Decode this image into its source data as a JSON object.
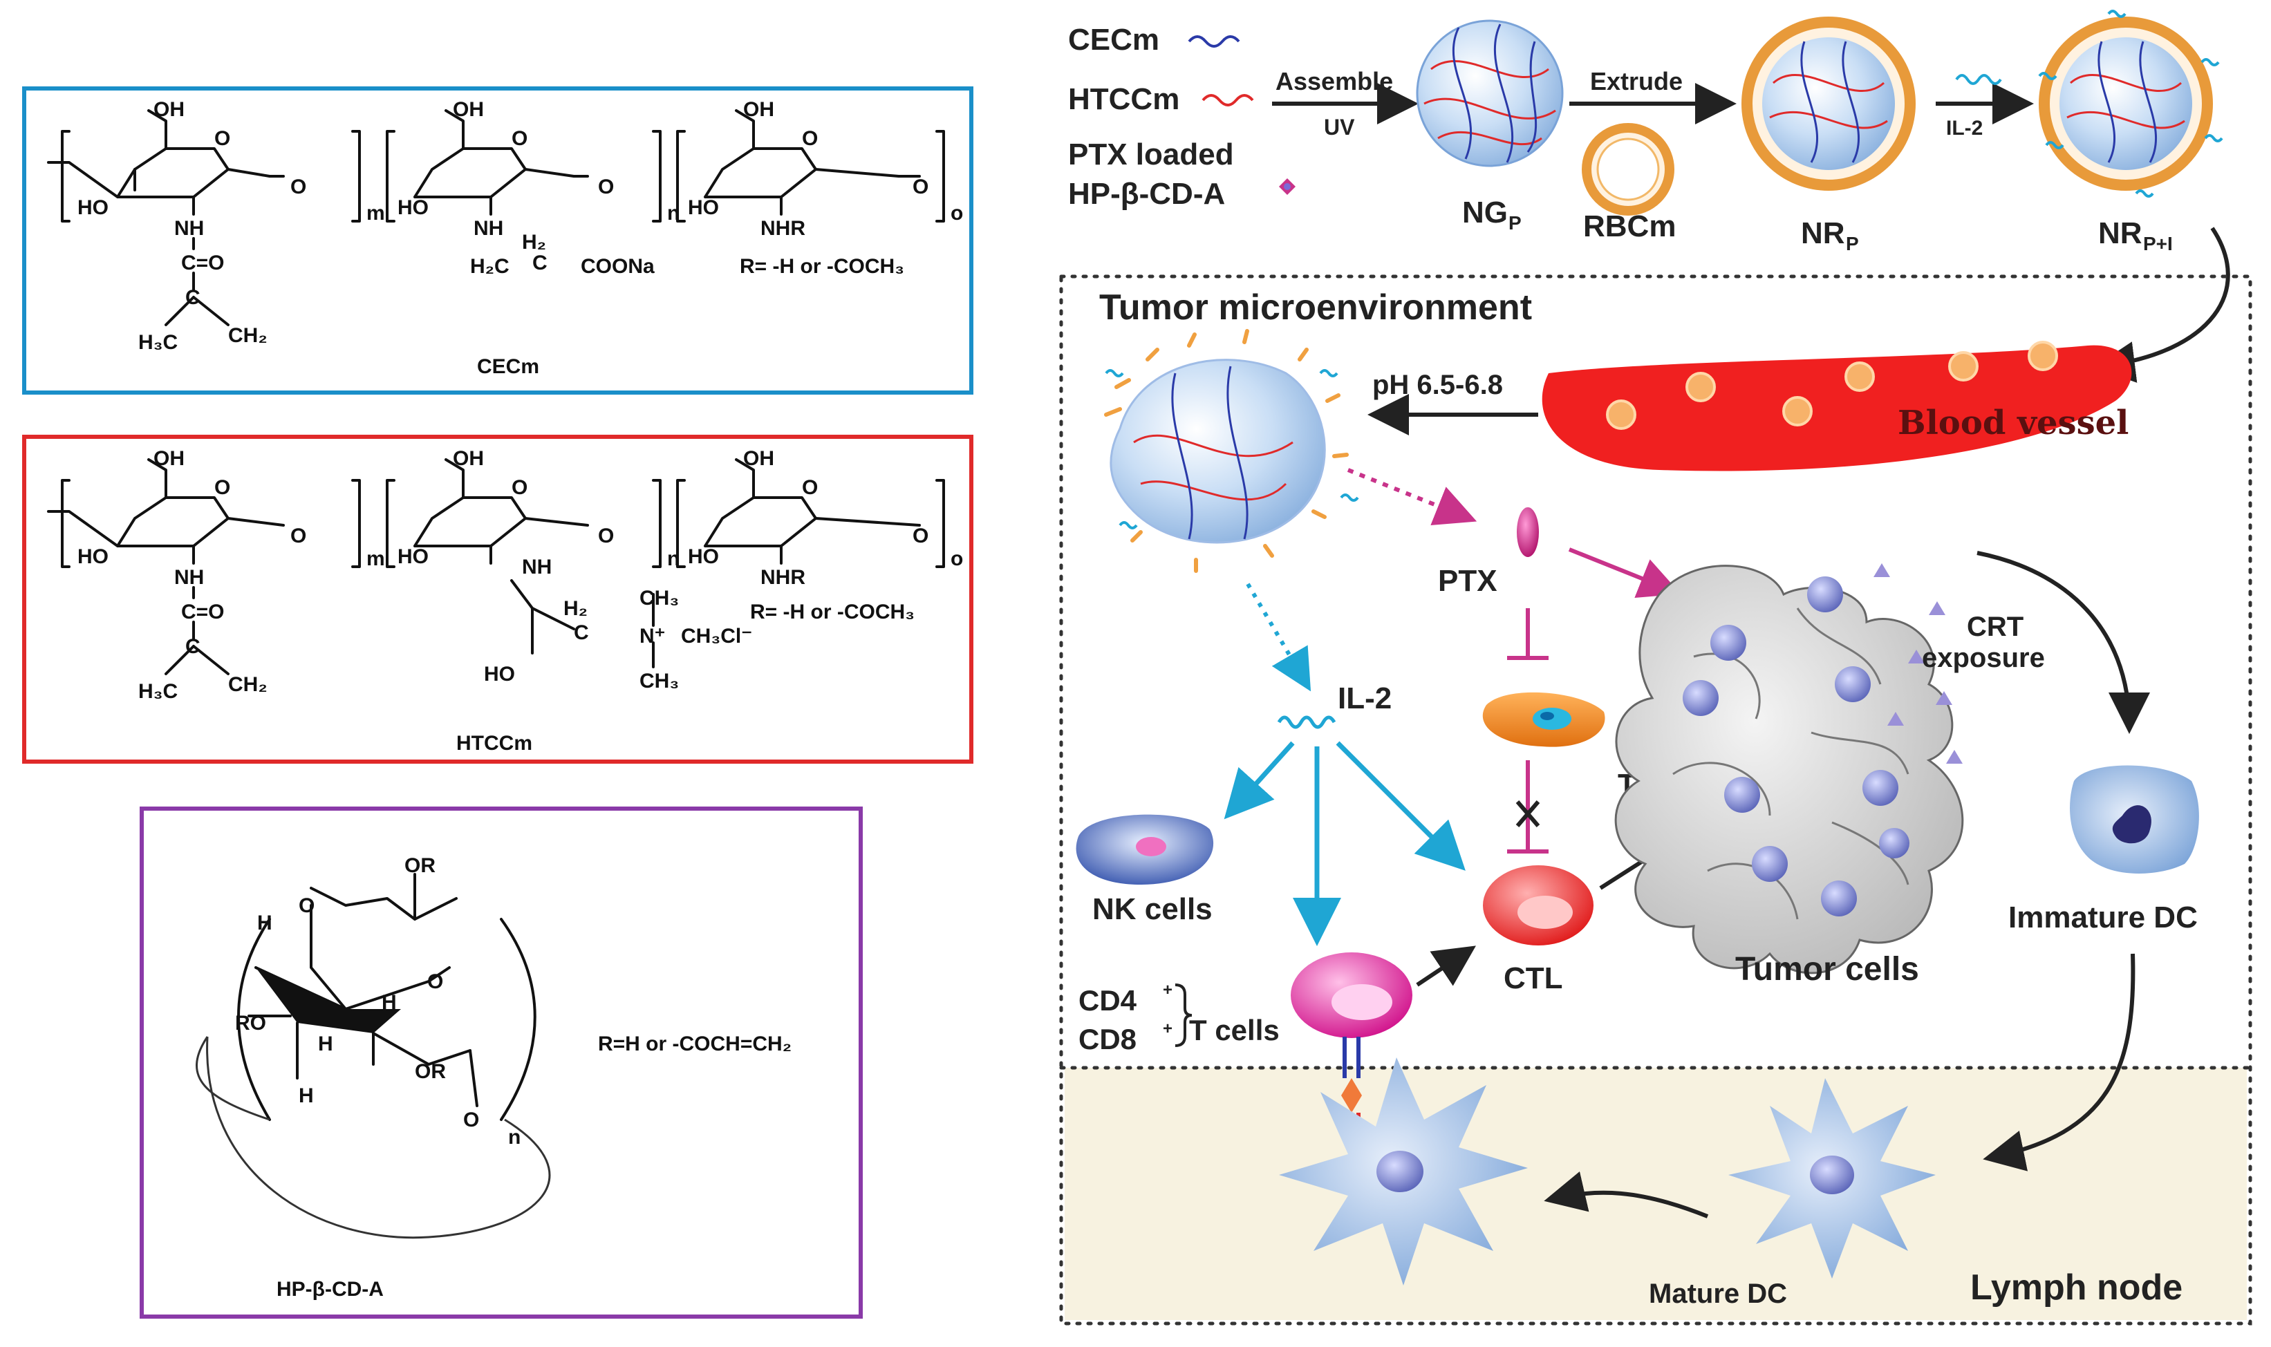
{
  "panels": {
    "cecm": {
      "oh": [
        "OH",
        "OH",
        "OH"
      ],
      "ho": [
        "HO",
        "HO",
        "HO"
      ],
      "ring_o": [
        "O",
        "O",
        "O"
      ],
      "link_o": [
        "O",
        "O",
        "O"
      ],
      "sub": [
        "m",
        "n",
        "o"
      ],
      "nh": [
        "NH",
        "NH",
        "NHR"
      ],
      "co": "C=O",
      "c": "C",
      "h3c": "H₃C",
      "ch2": "CH₂",
      "h2": "H₂",
      "c2": "C",
      "h2c": "H₂C",
      "coona": "COONa",
      "r_def": "R= -H or -COCH₃",
      "name": "CECm"
    },
    "htccm": {
      "oh": [
        "OH",
        "OH",
        "OH"
      ],
      "ho": [
        "HO",
        "HO",
        "HO"
      ],
      "ring_o": [
        "O",
        "O",
        "O"
      ],
      "link_o": [
        "O",
        "O",
        "O"
      ],
      "sub": [
        "m",
        "n",
        "o"
      ],
      "nh": [
        "NH",
        "NH",
        "NHR"
      ],
      "co": "C=O",
      "c": "C",
      "h3c": "H₃C",
      "ch2": "CH₂",
      "h2": "H₂",
      "c2": "C",
      "n_plus": "N⁺",
      "ch3_top": "CH₃",
      "ch3_bottom": "CH₃",
      "ch3cl": "CH₃Cl⁻",
      "ho2": "HO",
      "r_def": "R= -H or -COCH₃",
      "name": "HTCCm"
    },
    "hpbcd": {
      "or_top": "OR",
      "o_link": "O",
      "h1": "H",
      "h2": "H",
      "h3": "H",
      "h4": "H",
      "ro": "RO",
      "or2": "OR",
      "o_ring": "O",
      "o_bottom": "O",
      "n": "n",
      "r_def": "R=H or -COCH=CH₂",
      "name": "HP-β-CD-A"
    }
  },
  "legend": {
    "cecm": "CECm",
    "htccm": "HTCCm",
    "ptx1": "PTX loaded",
    "ptx2": "HP-β-CD-A"
  },
  "steps": {
    "assemble": "Assemble",
    "uv": "UV",
    "extrude": "Extrude",
    "il2": "IL-2",
    "ngp": "NG",
    "ngp_sub": "P",
    "rbcm": "RBCm",
    "nrp": "NR",
    "nrp_sub": "P",
    "nrpi": "NR",
    "nrpi_sub": "P+I"
  },
  "diagram": {
    "tumor_micro": "Tumor microenvironment",
    "ph": "pH 6.5-6.8",
    "blood": "Blood vessel",
    "ptx": "PTX",
    "il2": "IL-2",
    "treg": "Treg",
    "crt1": "CRT",
    "crt2": "exposure",
    "nk": "NK cells",
    "ctl": "CTL",
    "tumor_cells": "Tumor cells",
    "immature_dc": "Immature DC",
    "cd4": "CD4",
    "cd8": "CD8",
    "tcells": "T cells",
    "mature_dc": "Mature DC",
    "lymph": "Lymph node"
  },
  "colors": {
    "cecm_box": "#1a8fc9",
    "htccm_box": "#e02a2a",
    "hpbcd_box": "#8a3aa8",
    "blood": "#f02020",
    "lymph_bg": "#f7f2e0",
    "cyan_arrow": "#1fa6d4",
    "magenta_arrow": "#c8338a"
  }
}
